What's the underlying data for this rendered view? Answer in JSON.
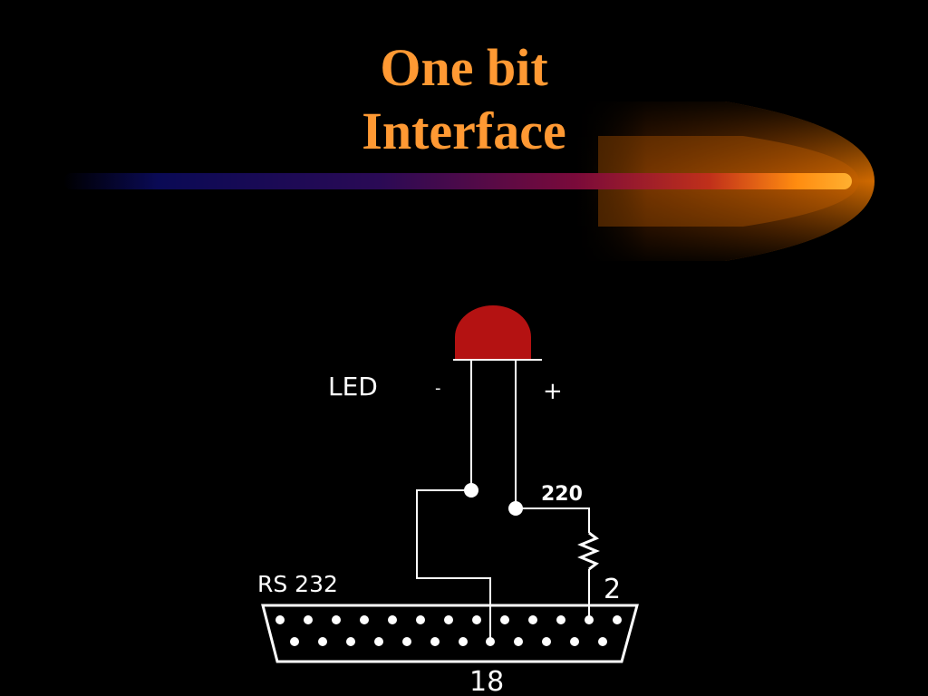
{
  "slide": {
    "title_line1": "One bit",
    "title_line2": "Interface"
  },
  "diagram": {
    "led_label": "LED",
    "minus_label": "-",
    "plus_label": "+",
    "resistor_value": "220",
    "connector_label": "RS 232",
    "pin_top_label": "2",
    "pin_bottom_label": "18",
    "colors": {
      "title": "#ff9933",
      "led": "#b41212",
      "wire": "#ffffff",
      "background": "#000000"
    }
  }
}
